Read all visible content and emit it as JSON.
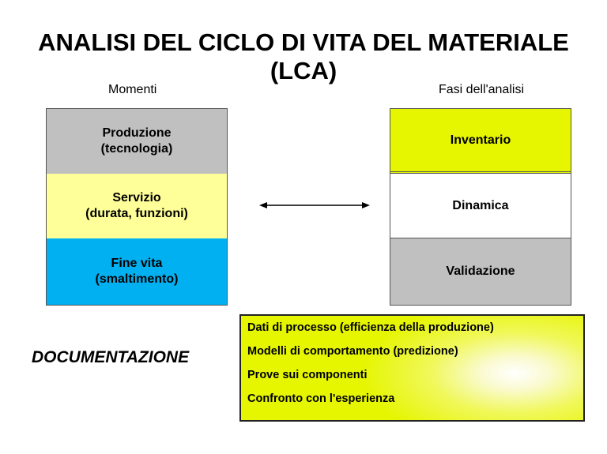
{
  "title": {
    "line1": "ANALISI DEL CICLO DI VITA DEL MATERIALE",
    "line2": "(LCA)"
  },
  "left_column": {
    "label": "Momenti",
    "cells": [
      {
        "line1": "Produzione",
        "line2": "(tecnologia)",
        "color": "#c0c0c0"
      },
      {
        "line1": "Servizio",
        "line2": "(durata, funzioni)",
        "color": "#ffff99"
      },
      {
        "line1": "Fine vita",
        "line2": "(smaltimento)",
        "color": "#00b0f0"
      }
    ]
  },
  "right_column": {
    "label": "Fasi dell'analisi",
    "cells": [
      {
        "label": "Inventario",
        "color": "#e6f500"
      },
      {
        "label": "Dinamica",
        "color": "#ffffff"
      },
      {
        "label": "Validazione",
        "color": "#c0c0c0"
      }
    ]
  },
  "connector": {
    "icon": "double-headed-arrow-icon"
  },
  "documentation": {
    "label": "DOCUMENTAZIONE",
    "items": [
      "Dati di processo (efficienza della produzione)",
      "Modelli di comportamento (predizione)",
      "Prove sui componenti",
      "Confronto con l'esperienza"
    ]
  }
}
